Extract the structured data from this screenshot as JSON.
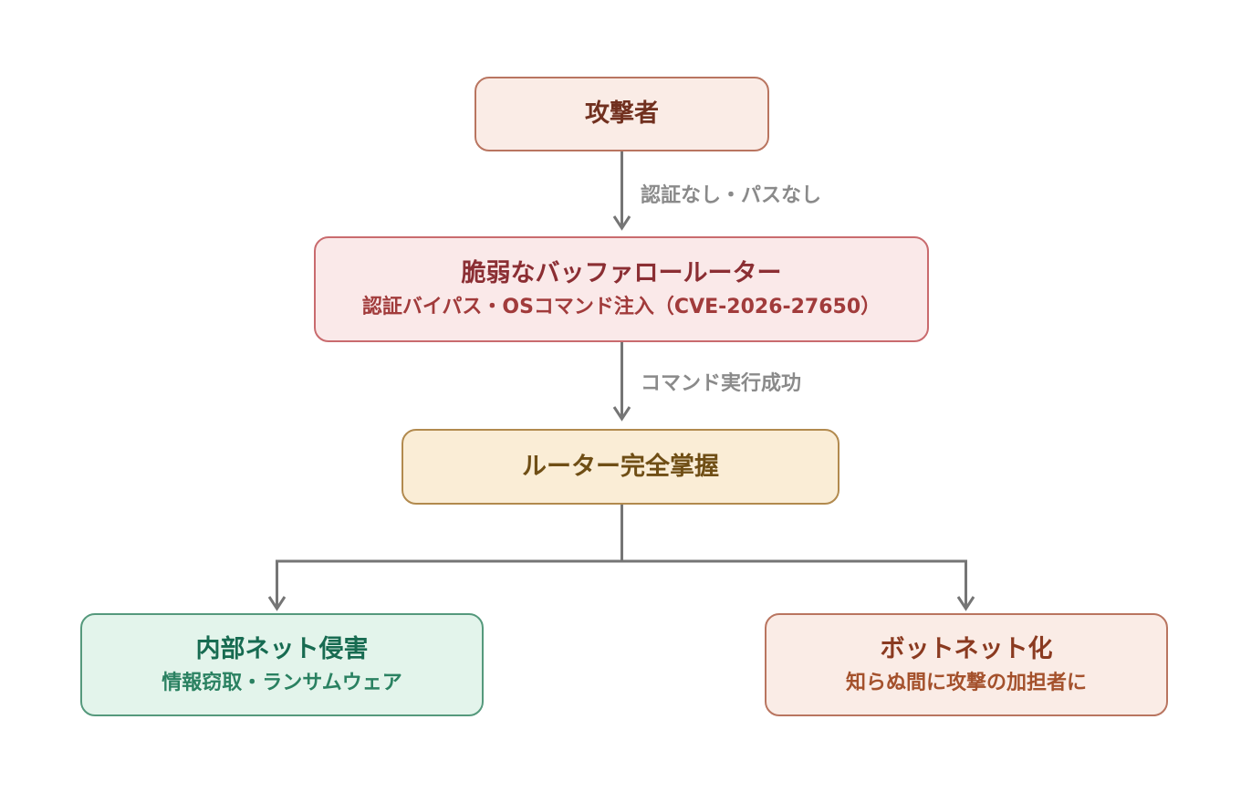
{
  "diagram": {
    "nodes": {
      "attacker": {
        "title": "攻撃者",
        "fill": "#FAECE6",
        "border": "#B97560",
        "title_color": "#71301F"
      },
      "router": {
        "title": "脆弱なバッファロールーター",
        "subtitle": "認証バイパス・OSコマンド注入（CVE-2026-27650）",
        "fill": "#FAE9E9",
        "border": "#C96B6E",
        "title_color": "#8B2E33",
        "subtitle_color": "#A13B3B"
      },
      "control": {
        "title": "ルーター完全掌握",
        "fill": "#FAEDD6",
        "border": "#B28A4E",
        "title_color": "#6F4E15"
      },
      "internal": {
        "title": "内部ネット侵害",
        "subtitle": "情報窃取・ランサムウェア",
        "fill": "#E3F4EB",
        "border": "#55997C",
        "title_color": "#176B51",
        "subtitle_color": "#2A8161"
      },
      "botnet": {
        "title": "ボットネット化",
        "subtitle": "知らぬ間に攻撃の加担者に",
        "fill": "#FAECE6",
        "border": "#B97560",
        "title_color": "#8A3A20",
        "subtitle_color": "#A4512C"
      }
    },
    "edges": {
      "attacker_to_router_label": "認証なし・パスなし",
      "router_to_control_label": "コマンド実行成功",
      "line_color": "#757575",
      "label_color": "#8A8A8A"
    }
  }
}
